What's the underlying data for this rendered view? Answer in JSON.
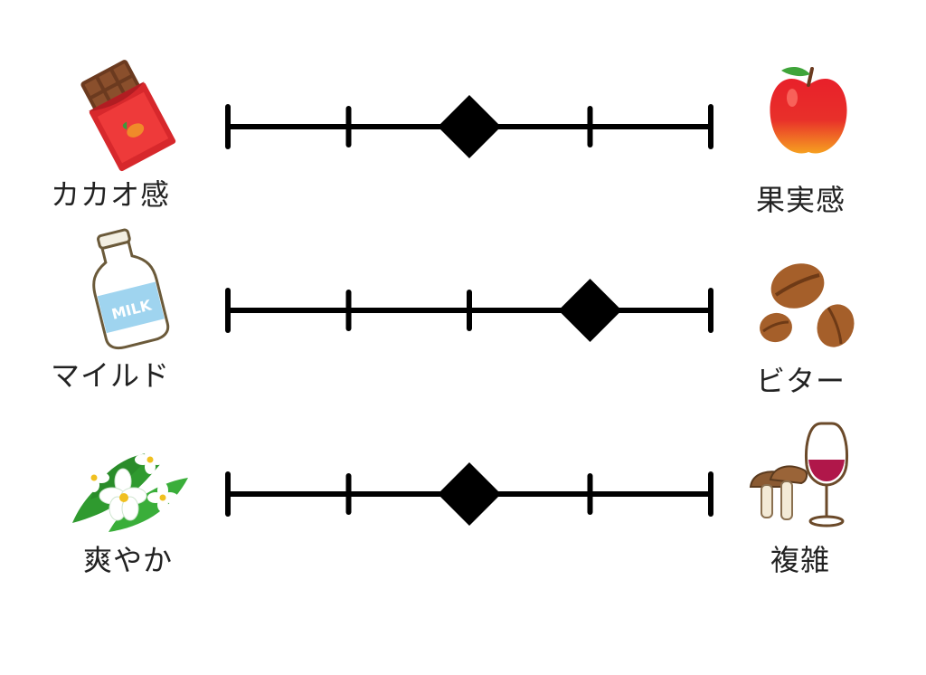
{
  "colors": {
    "line": "#000000",
    "marker": "#000000",
    "text": "#222222"
  },
  "scales": [
    {
      "left_label": "カカオ感",
      "right_label": "果実感",
      "left_icon": "chocolate-bar-icon",
      "right_icon": "apple-icon",
      "ticks": 5,
      "value": 2.0,
      "max": 4
    },
    {
      "left_label": "マイルド",
      "right_label": "ビター",
      "left_icon": "milk-bottle-icon",
      "right_icon": "coffee-beans-icon",
      "ticks": 5,
      "value": 3.0,
      "max": 4
    },
    {
      "left_label": "爽やか",
      "right_label": "複雑",
      "left_icon": "flowers-icon",
      "right_icon": "mushroom-wine-icon",
      "ticks": 5,
      "value": 2.0,
      "max": 4
    }
  ]
}
